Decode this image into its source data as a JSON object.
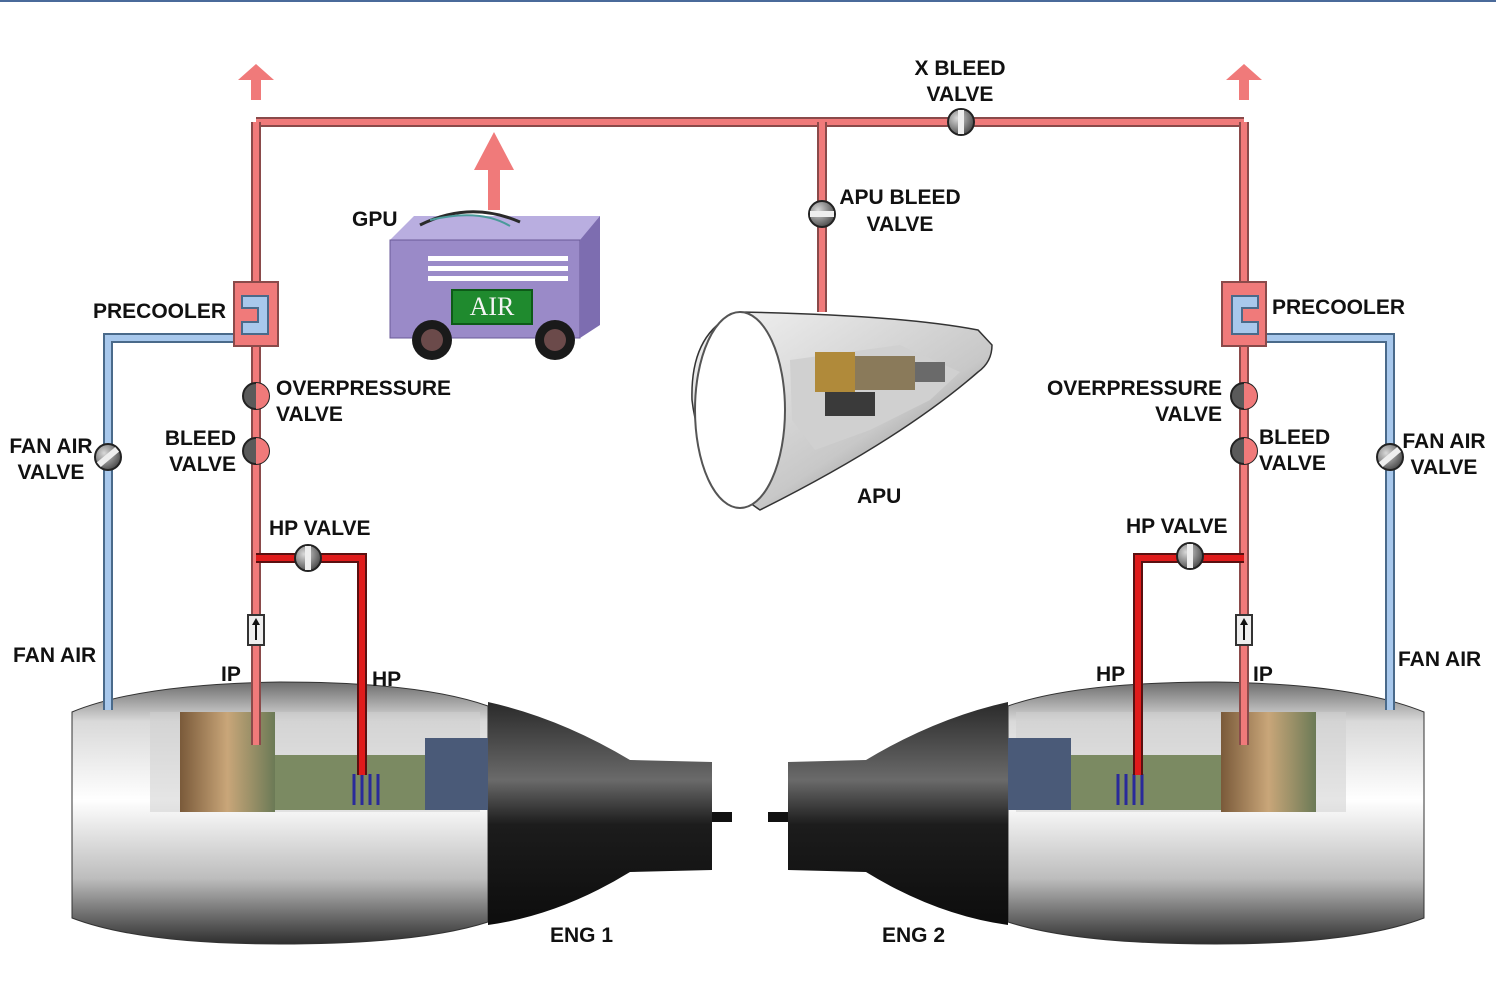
{
  "labels": {
    "x_bleed_valve": [
      "X BLEED",
      "VALVE"
    ],
    "apu_bleed_valve": [
      "APU BLEED",
      "VALVE"
    ],
    "gpu": "GPU",
    "gpu_air": "AIR",
    "apu": "APU",
    "left": {
      "precooler": "PRECOOLER",
      "overpressure_valve": [
        "OVERPRESSURE",
        "VALVE"
      ],
      "bleed_valve": [
        "BLEED",
        "VALVE"
      ],
      "fan_air_valve": [
        "FAN AIR",
        "VALVE"
      ],
      "hp_valve": "HP VALVE",
      "fan_air": "FAN AIR",
      "ip": "IP",
      "hp": "HP",
      "engine": "ENG 1"
    },
    "right": {
      "precooler": "PRECOOLER",
      "overpressure_valve": [
        "OVERPRESSURE",
        "VALVE"
      ],
      "bleed_valve": [
        "BLEED",
        "VALVE"
      ],
      "fan_air_valve": [
        "FAN AIR",
        "VALVE"
      ],
      "hp_valve": "HP VALVE",
      "fan_air": "FAN AIR",
      "ip": "IP",
      "hp": "HP",
      "engine": "ENG 2"
    }
  },
  "colors": {
    "bleed_duct": "#f07a7a",
    "hp_duct": "#e01b1b",
    "fan_duct": "#a8c8ec",
    "duct_outline": "#8a4a4a",
    "gpu_body": "#9a8ac8",
    "gpu_sign": "#1f8a2e"
  }
}
